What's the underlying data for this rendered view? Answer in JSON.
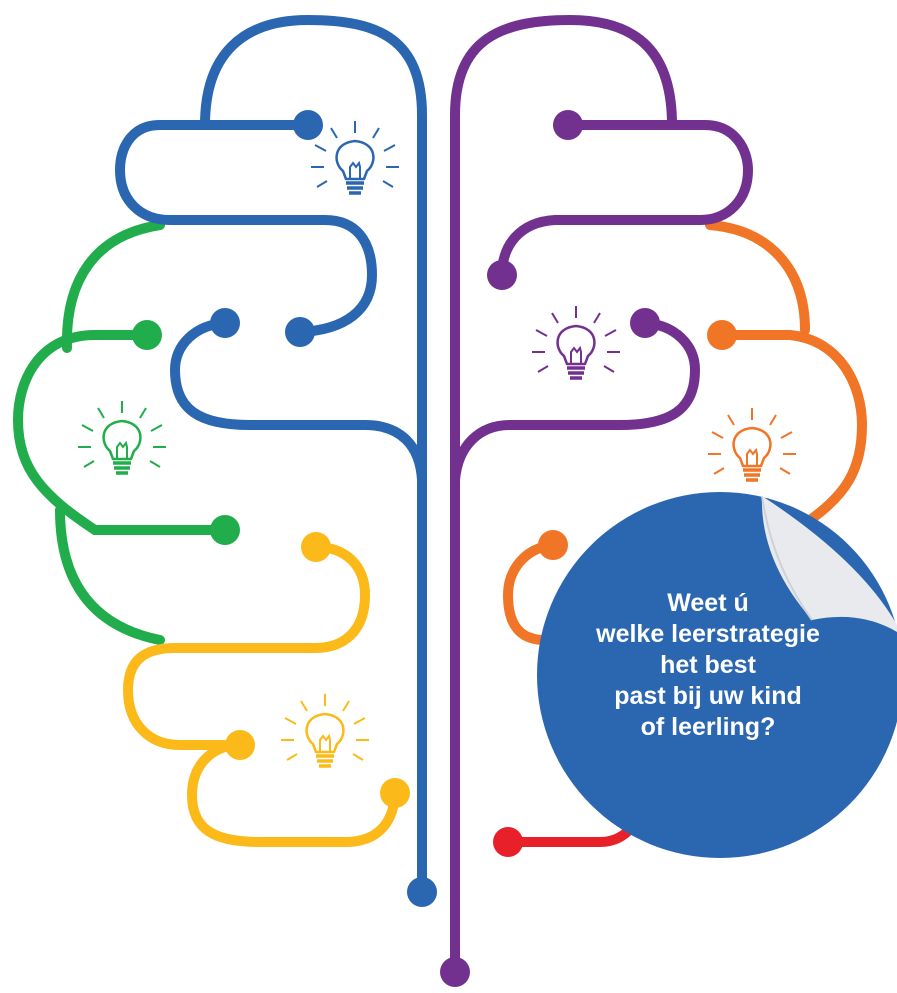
{
  "colors": {
    "blue": "#2b67b1",
    "purple": "#72318f",
    "green": "#21ad4b",
    "yellow": "#fcba1a",
    "orange": "#f07526",
    "red": "#e8202a",
    "bubble": "#2b67b1",
    "text": "#ffffff"
  },
  "icons": [
    "lightbulb-icon"
  ],
  "callout": {
    "lines": [
      "Weet ú",
      "welke leerstrategie",
      "het best",
      "past bij uw kind",
      "of leerling?"
    ]
  }
}
